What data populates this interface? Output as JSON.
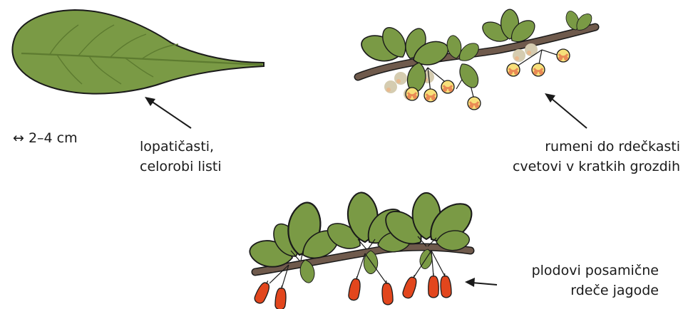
{
  "labels": {
    "size": "↔ 2–4 cm",
    "leaf_line1": "lopatičasti,",
    "leaf_line2": "celorobi listi",
    "flower_line1": "rumeni do rdečkasti",
    "flower_line2": "cvetovi v kratkih grozdih",
    "fruit_line1": "plodovi posamične",
    "fruit_line2": "rdeče jagode"
  },
  "colors": {
    "leaf": "#7a9a45",
    "leaf_vein": "#5d7b30",
    "outline": "#1a1a1a",
    "stem": "#6f5a4c",
    "flower_yellow": "#f7e07a",
    "flower_orange": "#e98a55",
    "flower_faded": "#d5ccb0",
    "berry": "#e2461d"
  }
}
